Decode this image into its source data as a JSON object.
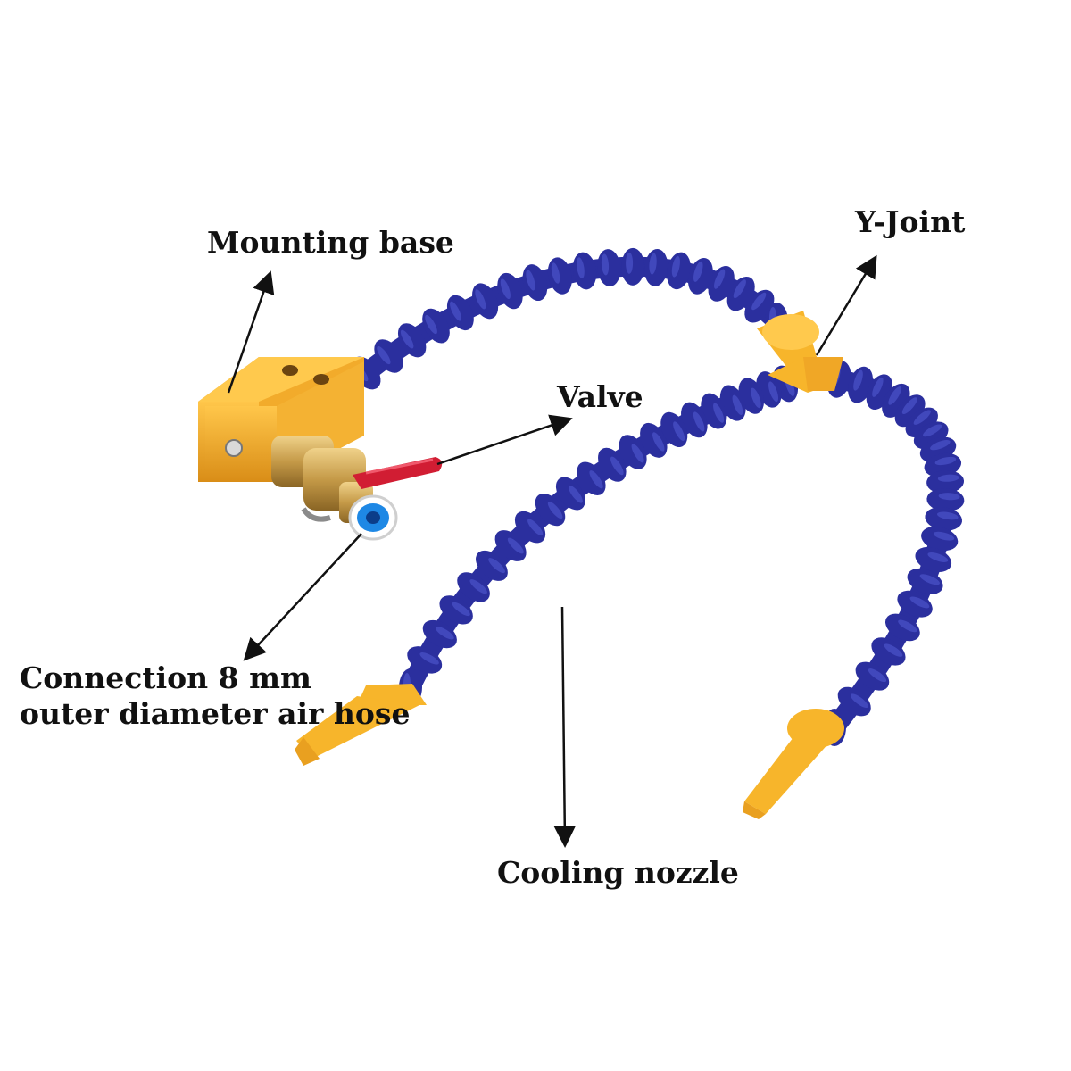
{
  "labels": {
    "mounting_base": "Mounting base",
    "y_joint": "Y-Joint",
    "valve": "Valve",
    "connection_line1": "Connection 8 mm",
    "connection_line2": "outer diameter air hose",
    "cooling_nozzle": "Cooling nozzle"
  },
  "colors": {
    "hose": "#2b2f9e",
    "hose_highlight": "#4c52c9",
    "nozzle": "#f7b52b",
    "block": "#f0a92a",
    "brass": "#c9a255",
    "valve_handle": "#d11d33",
    "fitting_ring": "#1e88e5"
  }
}
